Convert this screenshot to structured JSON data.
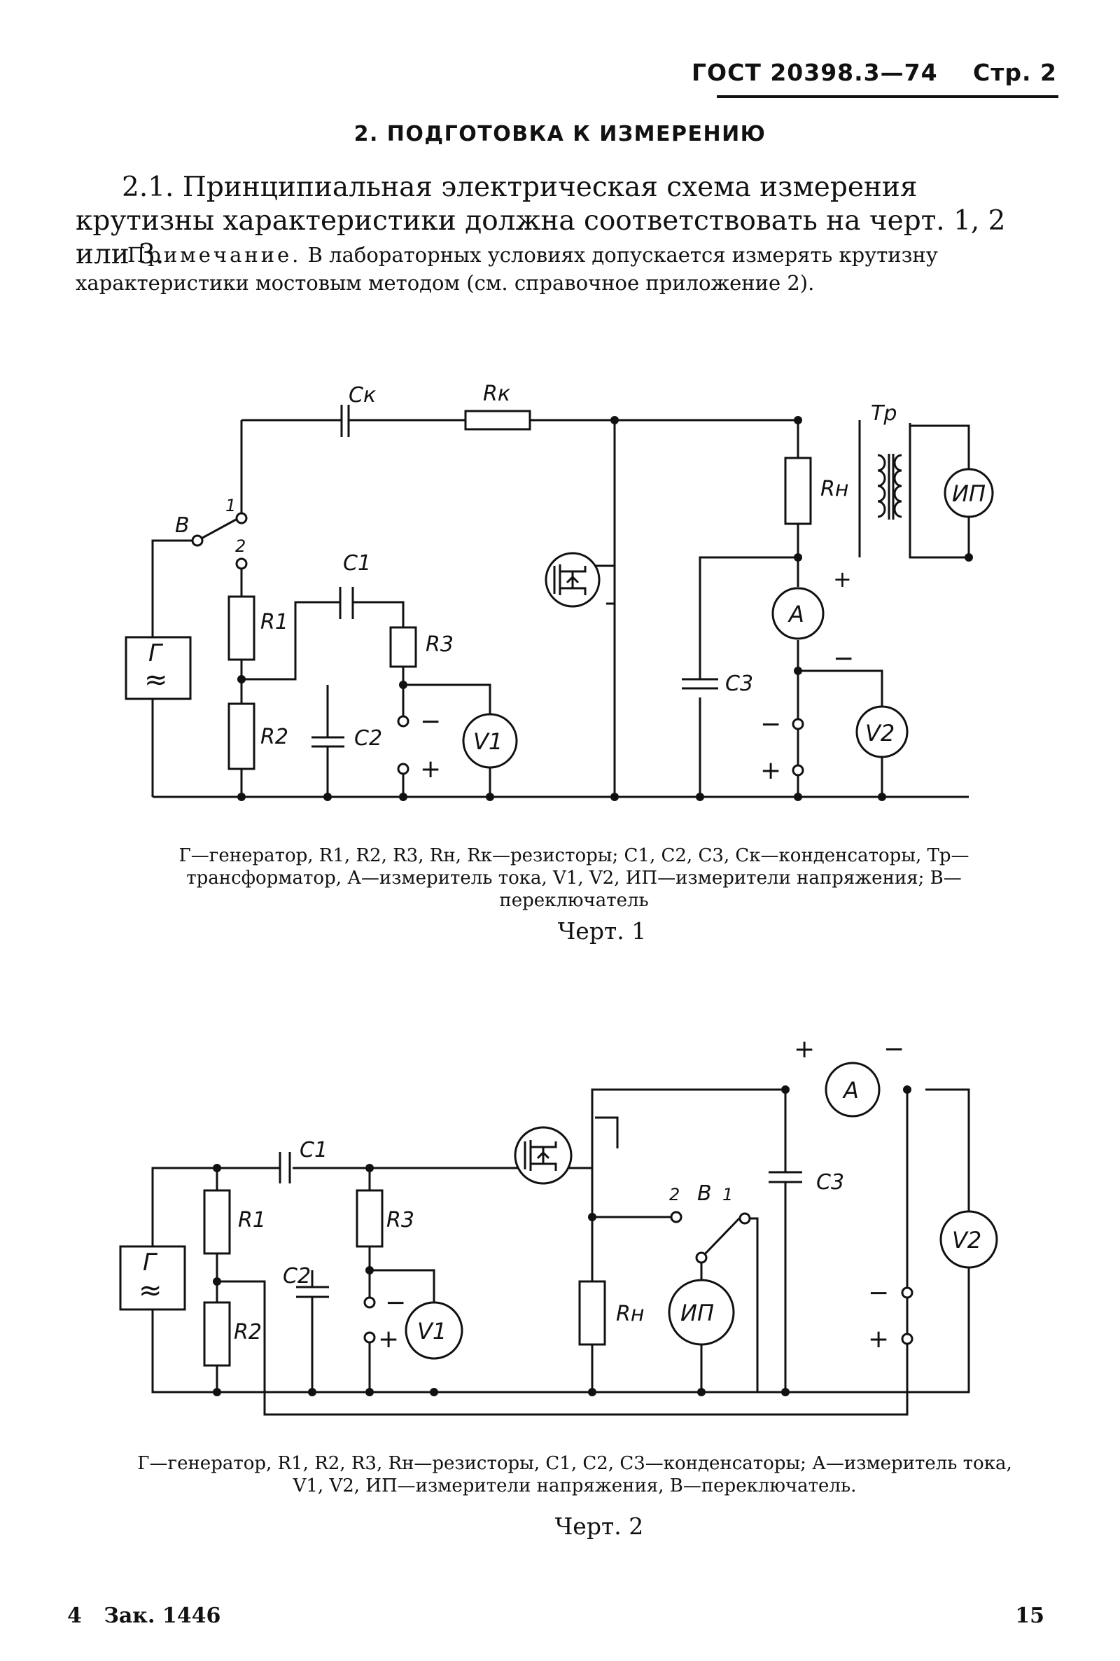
{
  "header": {
    "standard": "ГОСТ 20398.3—74",
    "page_label": "Стр. 2"
  },
  "section_title": "2. ПОДГОТОВКА К ИЗМЕРЕНИЮ",
  "paragraph_2_1": "2.1. Принципиальная электрическая схема измерения крутизны характеристики должна соответствовать на черт. 1, 2 или 3.",
  "note": {
    "label": "Примечание.",
    "text": " В лабораторных условиях допускается измерять крутизну характеристики мостовым методом (см. справочное приложение 2)."
  },
  "figure1": {
    "labels": {
      "ck": "Cк",
      "rk": "Rк",
      "tr": "Tр",
      "b": "B",
      "pos1": "1",
      "pos2": "2",
      "c1": "C1",
      "r1": "R1",
      "r2": "R2",
      "r3": "R3",
      "c2": "C2",
      "c3": "C3",
      "rn": "Rн",
      "gen": "Г",
      "tilde": "≈",
      "a": "A",
      "v1": "V1",
      "v2": "V2",
      "ip": "ИП",
      "plus": "+",
      "minus": "−"
    },
    "caption": "Г—генератор, R1, R2, R3, Rн, Rк—резисторы; C1, C2, C3, Cк—конденсаторы, Тр—трансформатор, А—измеритель тока, V1, V2, ИП—измерители напряжения; В—переключатель",
    "title": "Черт. 1"
  },
  "figure2": {
    "labels": {
      "c1": "C1",
      "r1": "R1",
      "r2": "R2",
      "r3": "R3",
      "c2": "C2",
      "c3": "C3",
      "rn": "Rн",
      "gen": "Г",
      "tilde": "≈",
      "a": "A",
      "v1": "V1",
      "v2": "V2",
      "ip": "ИП",
      "b": "B",
      "pos1": "1",
      "pos2": "2",
      "plus": "+",
      "minus": "−"
    },
    "caption": "Г—генератор, R1, R2, R3, Rн—резисторы, C1, C2, C3—конденсаторы; А—измеритель тока, V1, V2, ИП—измерители напряжения, В—переключатель.",
    "title": "Черт. 2"
  },
  "footer": {
    "order": "4   Зак. 1446",
    "page_number": "15"
  }
}
